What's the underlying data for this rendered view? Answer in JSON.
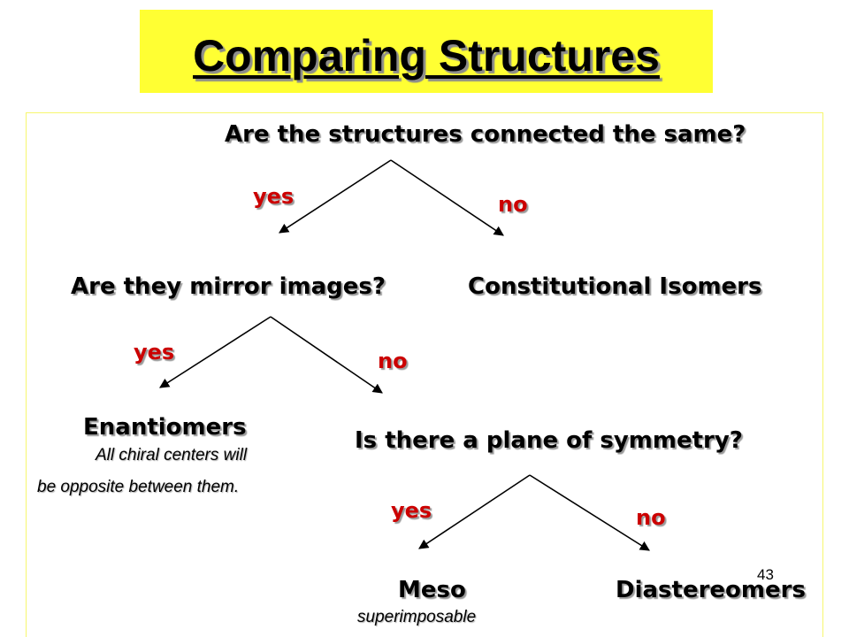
{
  "title": "Comparing Structures",
  "colors": {
    "title_background": "#ffff33",
    "answer_text": "#cc0000",
    "frame_border": "#f6f66e"
  },
  "questions": {
    "connected": "Are the structures connected the same?",
    "mirror": "Are they mirror images?",
    "symmetry": "Is there a plane of symmetry?"
  },
  "answers": {
    "yes": "yes",
    "no": "no"
  },
  "outcomes": {
    "constitutional": "Constitutional Isomers",
    "enantiomers": "Enantiomers",
    "enantiomers_note_line1": "All chiral centers will",
    "enantiomers_note_line2": "be opposite between them.",
    "meso": "Meso",
    "meso_note": "superimposable",
    "diastereomers": "Diastereomers"
  },
  "page_number": "43"
}
